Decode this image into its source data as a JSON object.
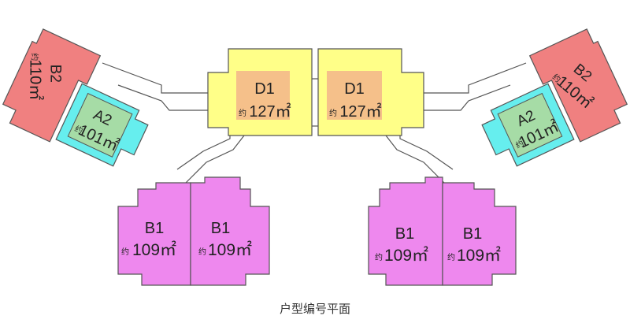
{
  "caption": "户型编号平面",
  "colors": {
    "D": "#ffff88",
    "D_inner": "#f5c08a",
    "B1": "#ee88ee",
    "B1_inner": "#f7b4f7",
    "B2": "#f08080",
    "A2_outer": "#66eeee",
    "A2": "#a6dca6",
    "outline": "#555555"
  },
  "units": {
    "d1_left": {
      "code": "D1",
      "pre": "约",
      "area": "127㎡"
    },
    "d1_right": {
      "code": "D1",
      "pre": "约",
      "area": "127㎡"
    },
    "b1_a": {
      "code": "B1",
      "pre": "约",
      "area": "109㎡"
    },
    "b1_b": {
      "code": "B1",
      "pre": "约",
      "area": "109㎡"
    },
    "b1_c": {
      "code": "B1",
      "pre": "约",
      "area": "109㎡"
    },
    "b1_d": {
      "code": "B1",
      "pre": "约",
      "area": "109㎡"
    },
    "b2_left": {
      "code": "B2",
      "pre": "约",
      "area": "110㎡"
    },
    "b2_right": {
      "code": "B2",
      "pre": "约",
      "area": "110㎡"
    },
    "a2_left": {
      "code": "A2",
      "pre": "约",
      "area": "101㎡"
    },
    "a2_right": {
      "code": "A2",
      "pre": "约",
      "area": "101㎡"
    }
  }
}
